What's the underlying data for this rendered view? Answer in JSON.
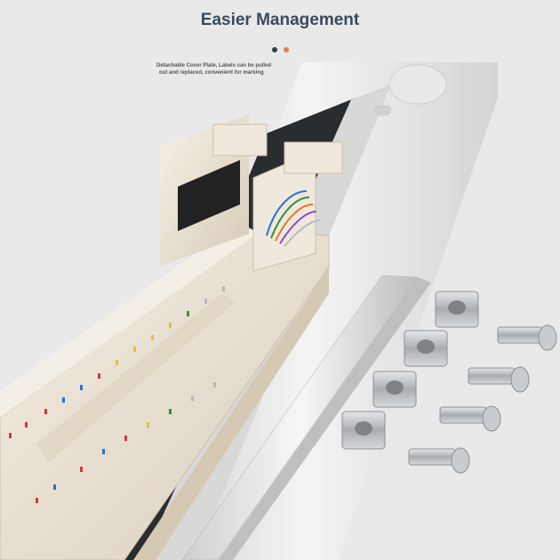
{
  "header": {
    "title": "Easier Management",
    "caption_line1": "Detachable Cover Plate, Labels can be pulled",
    "caption_line2": "out and replaced, convenient for marking"
  },
  "colors": {
    "title": "#3a4a5e",
    "dot_left": "#2f3d55",
    "dot_right": "#e07a5a",
    "block_body": "#ece4d6",
    "rail_dark": "#2a2d30",
    "metal": "#b9bcc0"
  },
  "icons": {
    "dots": "pagination-dots-icon"
  }
}
